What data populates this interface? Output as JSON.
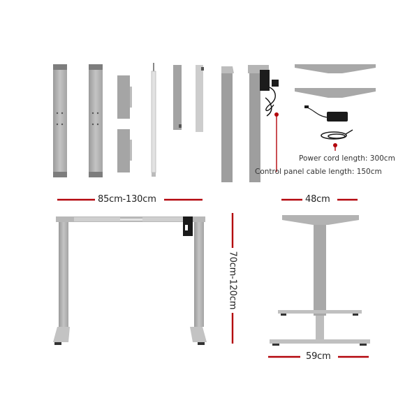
{
  "colors": {
    "accent_red": "#b3050c",
    "metal_light": "#c8c8c8",
    "metal_mid": "#a9a9a9",
    "metal_dark": "#8a8a8a",
    "black_part": "#1a1a1a",
    "background": "#ffffff"
  },
  "parts": {
    "items": [
      {
        "name": "foot-left"
      },
      {
        "name": "foot-right"
      },
      {
        "name": "bracket-upper"
      },
      {
        "name": "bracket-lower"
      },
      {
        "name": "drive-shaft"
      },
      {
        "name": "crossbar-left"
      },
      {
        "name": "crossbar-right"
      },
      {
        "name": "leg-column"
      },
      {
        "name": "motorized-leg-column"
      },
      {
        "name": "top-mount-bracket-1"
      },
      {
        "name": "top-mount-bracket-2"
      },
      {
        "name": "power-adapter"
      },
      {
        "name": "power-cord"
      }
    ],
    "power_cord_label": "Power cord length: 300cm",
    "control_cable_label": "Control panel cable length: 150cm"
  },
  "front_view": {
    "width_label": "85cm-130cm"
  },
  "side_view": {
    "top_depth_label": "48cm",
    "height_label": "70cm-120cm",
    "base_depth_label": "59cm"
  }
}
